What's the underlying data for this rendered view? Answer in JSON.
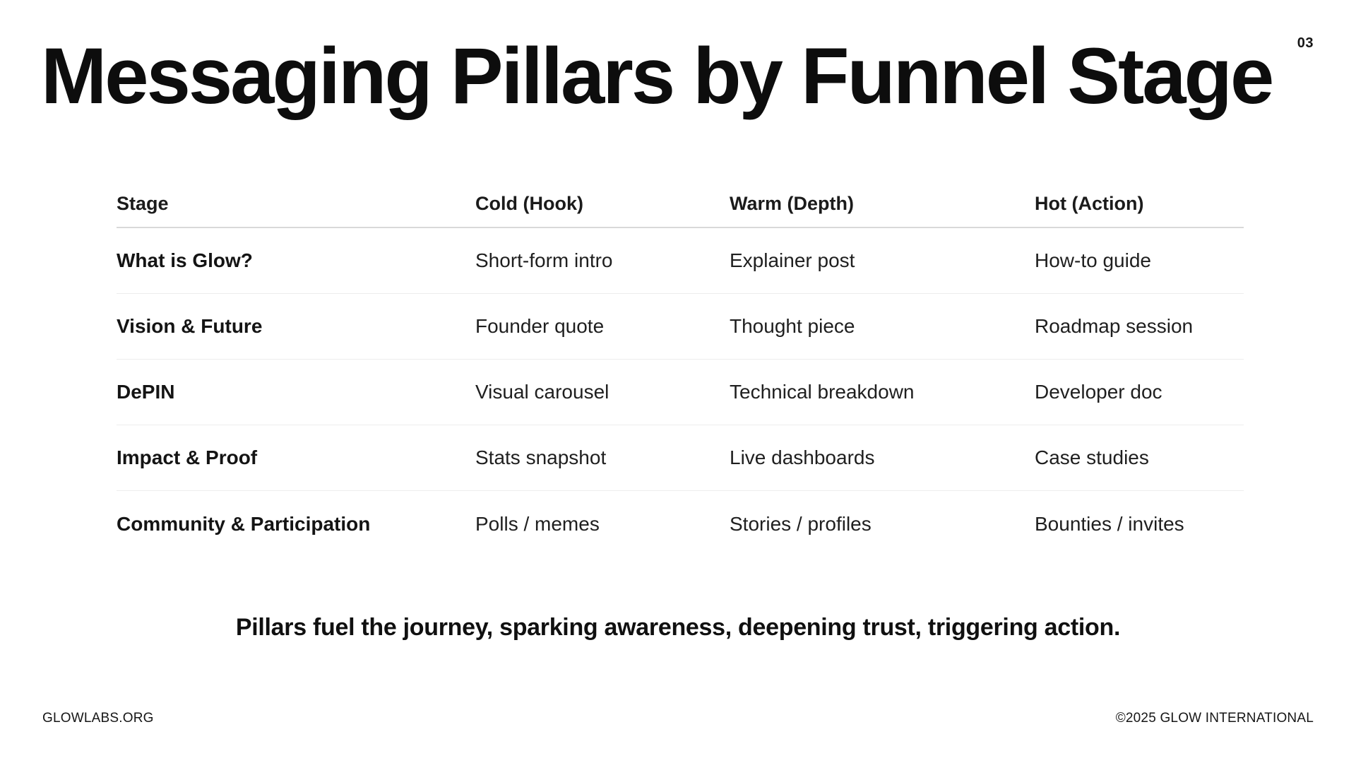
{
  "page_number": "03",
  "title": "Messaging Pillars by Funnel Stage",
  "table": {
    "headers": [
      "Stage",
      "Cold (Hook)",
      "Warm (Depth)",
      "Hot (Action)"
    ],
    "rows": [
      [
        "What is Glow?",
        "Short-form intro",
        "Explainer post",
        "How-to guide"
      ],
      [
        "Vision & Future",
        "Founder quote",
        "Thought piece",
        "Roadmap session"
      ],
      [
        "DePIN",
        "Visual carousel",
        "Technical breakdown",
        "Developer doc"
      ],
      [
        "Impact & Proof",
        "Stats snapshot",
        "Live dashboards",
        "Case studies"
      ],
      [
        "Community & Participation",
        "Polls / memes",
        "Stories / profiles",
        "Bounties / invites"
      ]
    ]
  },
  "tagline": "Pillars fuel the journey, sparking awareness, deepening trust, triggering action.",
  "footer": {
    "left": "GLOWLABS.ORG",
    "right": "©2025 GLOW INTERNATIONAL"
  },
  "colors": {
    "background": "#ffffff",
    "text_primary": "#111111",
    "header_divider": "#d9d9d9",
    "row_divider": "#ededed"
  }
}
